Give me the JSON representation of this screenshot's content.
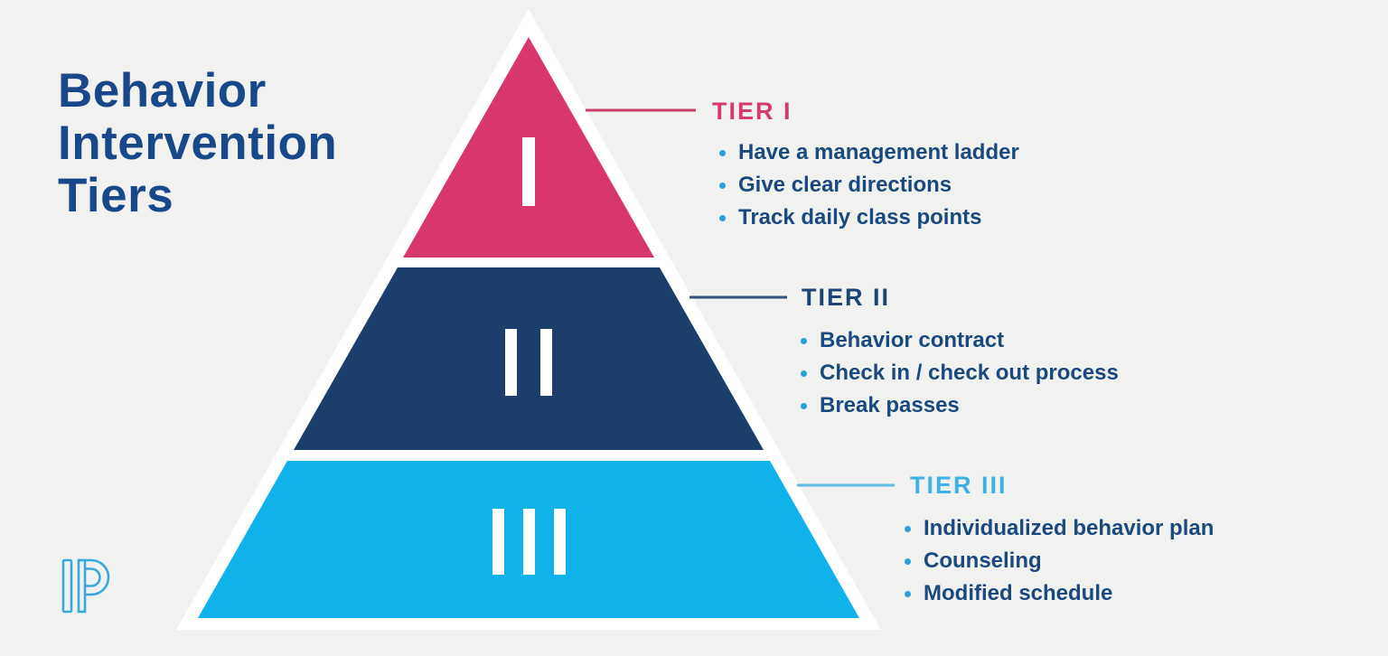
{
  "title": {
    "lines": [
      "Behavior",
      "Intervention",
      "Tiers"
    ]
  },
  "tiers": [
    {
      "name": "Tier I",
      "label": "TIER I",
      "numeral": "I",
      "color": "#d8366f",
      "items": [
        "Have a management ladder",
        "Give clear directions",
        "Track daily class points"
      ]
    },
    {
      "name": "Tier II",
      "label": "TIER II",
      "numeral": "II",
      "color": "#1b3e6d",
      "items": [
        "Behavior contract",
        "Check in / check out process",
        "Break passes"
      ]
    },
    {
      "name": "Tier III",
      "label": "TIER III",
      "numeral": "III",
      "color": "#0fb2ea",
      "items": [
        "Individualized behavior plan",
        "Counseling",
        "Modified schedule"
      ]
    }
  ],
  "colors": {
    "background": "#f1f1f0",
    "title_text": "#184889",
    "bullet_text": "#19497f",
    "bullet_dot": "#2d9fd8",
    "tier1_accent": "#d6396f",
    "tier2_accent": "#1c4474",
    "tier3_accent": "#3db2e5",
    "pyramid_outline": "#ffffff",
    "numeral": "#ffffff"
  },
  "logo": {
    "name": "PowerSchool P logo",
    "color": "#38a8da"
  }
}
